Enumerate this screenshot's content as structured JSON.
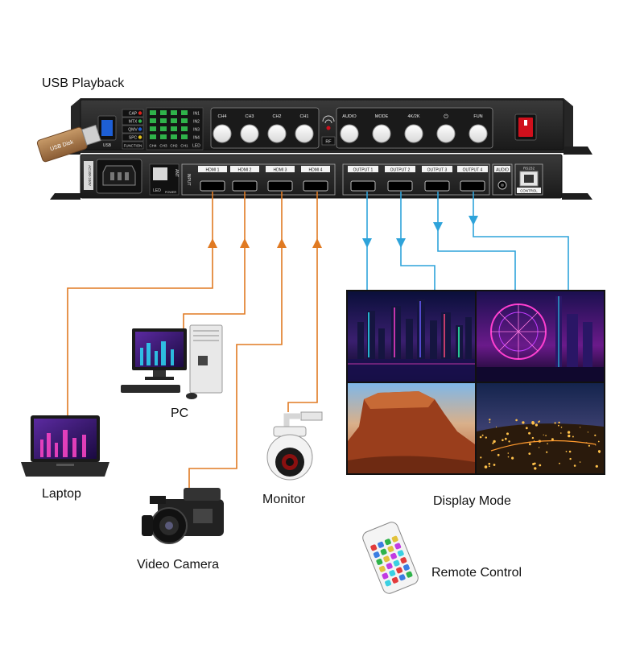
{
  "labels": {
    "usb_playback": "USB Playback",
    "pc": "PC",
    "laptop": "Laptop",
    "monitor": "Monitor",
    "video_camera": "Video Camera",
    "display_mode": "Display Mode",
    "remote_control": "Remote Control"
  },
  "top_unit": {
    "usb_stick": "USB Disk",
    "usb": "USB",
    "function_rows": [
      "CAP",
      "MTX",
      "QMV",
      "SPC",
      "FUNCTION"
    ],
    "led_rows": [
      "IN1",
      "IN2",
      "IN3",
      "IN4",
      "LED"
    ],
    "led_cols": [
      "CH4",
      "CH3",
      "CH2",
      "CH1"
    ],
    "channel_buttons": [
      "CH4",
      "CH3",
      "CH2",
      "CH1"
    ],
    "rf": "RF",
    "mode_buttons": [
      "AUDIO",
      "MODE",
      "4K/2K",
      "⏻",
      "FUN"
    ]
  },
  "bottom_unit": {
    "power_rating": "AC100-240V",
    "led": "LED",
    "power": "POWER",
    "ant": "ANT",
    "input_group": "INPUT",
    "inputs": [
      "HDMI 1",
      "HDMI 2",
      "HDMI 3",
      "HDMI 4"
    ],
    "outputs": [
      "OUTPUT 1",
      "OUTPUT 2",
      "OUTPUT 3",
      "OUTPUT 4"
    ],
    "audio": "AUDIO",
    "rs232": "RS232",
    "control": "CONTROL"
  },
  "colors": {
    "chassis": "#2b2b2b",
    "panel": "#1c1c1c",
    "input_line": "#e07a22",
    "output_line": "#2ea3da",
    "power_switch": "#d0101c",
    "usb_port": "#1d5fd6",
    "led_green": "#2fb34a"
  }
}
